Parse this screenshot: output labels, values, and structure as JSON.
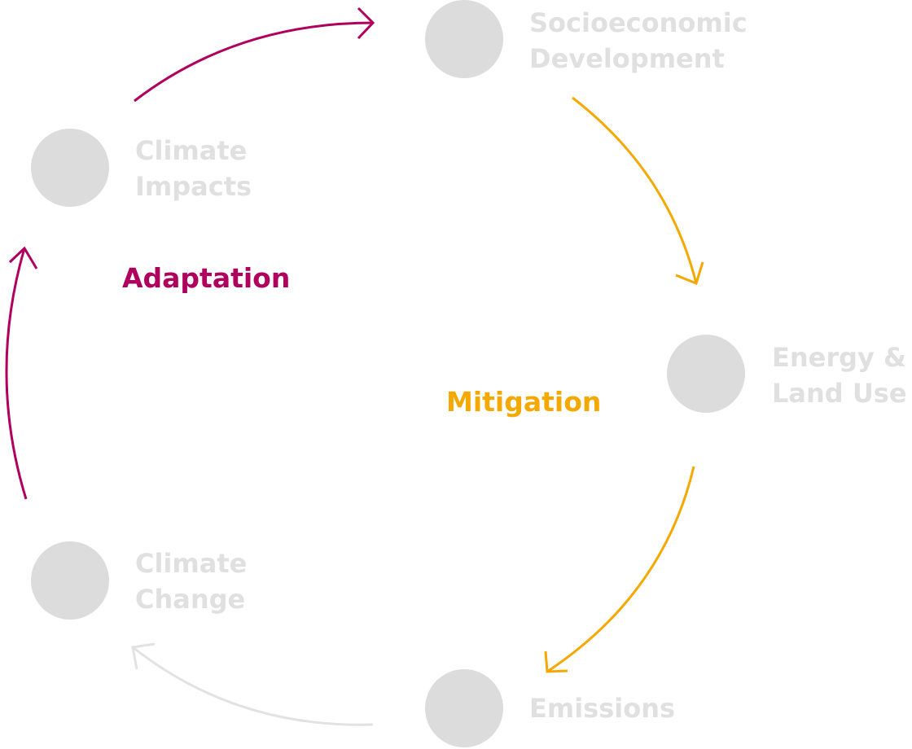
{
  "colors": {
    "adaptation": "#b0005e",
    "mitigation": "#f5a800",
    "inactive": "#e0e0e0",
    "node": "#dcdcdc"
  },
  "nodes": {
    "socioeconomic": {
      "line1": "Socioeconomic",
      "line2": "Development"
    },
    "impacts": {
      "line1": "Climate",
      "line2": "Impacts"
    },
    "energy": {
      "line1": "Energy &",
      "line2": "Land Use"
    },
    "change": {
      "line1": "Climate",
      "line2": "Change"
    },
    "emissions": {
      "line1": "Emissions"
    }
  },
  "labels": {
    "adaptation": "Adaptation",
    "mitigation": "Mitigation"
  }
}
